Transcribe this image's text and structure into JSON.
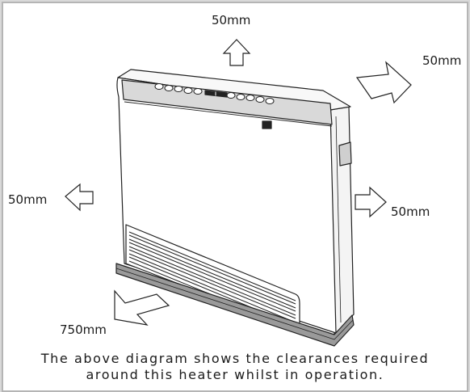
{
  "clearances": {
    "top": "50mm",
    "rear": "50mm",
    "left": "50mm",
    "right": "50mm",
    "front": "750mm"
  },
  "caption": {
    "line1": "The above diagram shows the clearances required",
    "line2": "around this heater whilst in operation."
  },
  "colors": {
    "outline": "#222222",
    "panel": "#ffffff",
    "shade": "#cfcfcf",
    "base": "#9a9a9a"
  }
}
